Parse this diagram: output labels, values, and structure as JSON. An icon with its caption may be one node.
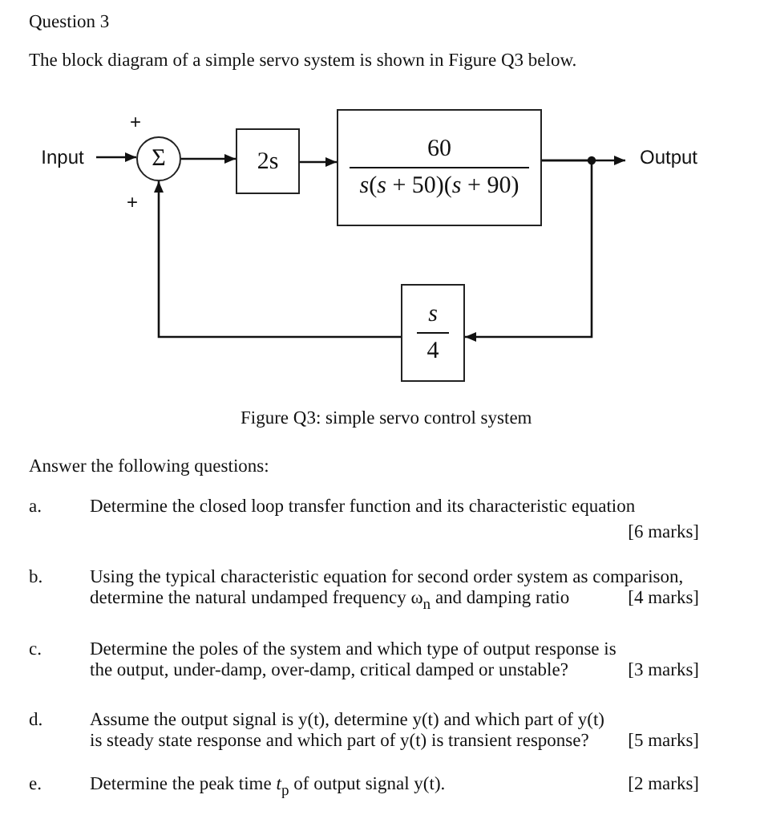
{
  "diagram": {
    "title": "Question 3",
    "caption": "Figure Q3: simple servo control system",
    "nodes": [
      {
        "text": [
          "Input"
        ]
      },
      {
        "text": [
          "Σ"
        ],
        "beside": [
          "+",
          "+"
        ]
      },
      {
        "text": [
          "2s"
        ]
      },
      {
        "text": [
          "60",
          "*s*(*s* + 50)(*s* + 90)"
        ]
      },
      {
        "text": [
          "Output"
        ]
      },
      {
        "text": [
          "*s*",
          "4"
        ]
      }
    ],
    "edges": [
      {
        "from": 0,
        "to": 1,
        "arrow": "to"
      },
      {
        "from": 1,
        "to": 2,
        "arrow": "to"
      },
      {
        "from": 2,
        "to": 3,
        "arrow": "to"
      },
      {
        "from": 3,
        "to": 4,
        "arrow": "to"
      },
      {
        "from": 3,
        "to": 5,
        "arrow": "to"
      },
      {
        "from": 5,
        "to": 1,
        "arrow": "to"
      }
    ],
    "labels": [
      "The block diagram of a simple servo system is shown in Figure Q3 below.",
      "Answer the following questions:",
      "a.",
      "Determine the closed loop transfer function and its characteristic equation",
      "[6 marks]",
      "b.",
      "Using the typical characteristic equation for second order system as comparison, determine the natural undamped frequency ω$_{n}$ and damping ratio",
      "[4 marks]",
      "c.",
      "Determine the poles of the system and which type of output response is the output, under-damp, over-damp, critical damped or unstable?",
      "[3 marks]",
      "d.",
      "Assume the output signal is y(t), determine y(t) and which part of y(t) is steady state response and which part of y(t) is transient response?",
      "[5 marks]",
      "e.",
      "Determine the peak time *t*$_{p}$ of output signal y(t).",
      "[2 marks]"
    ]
  }
}
